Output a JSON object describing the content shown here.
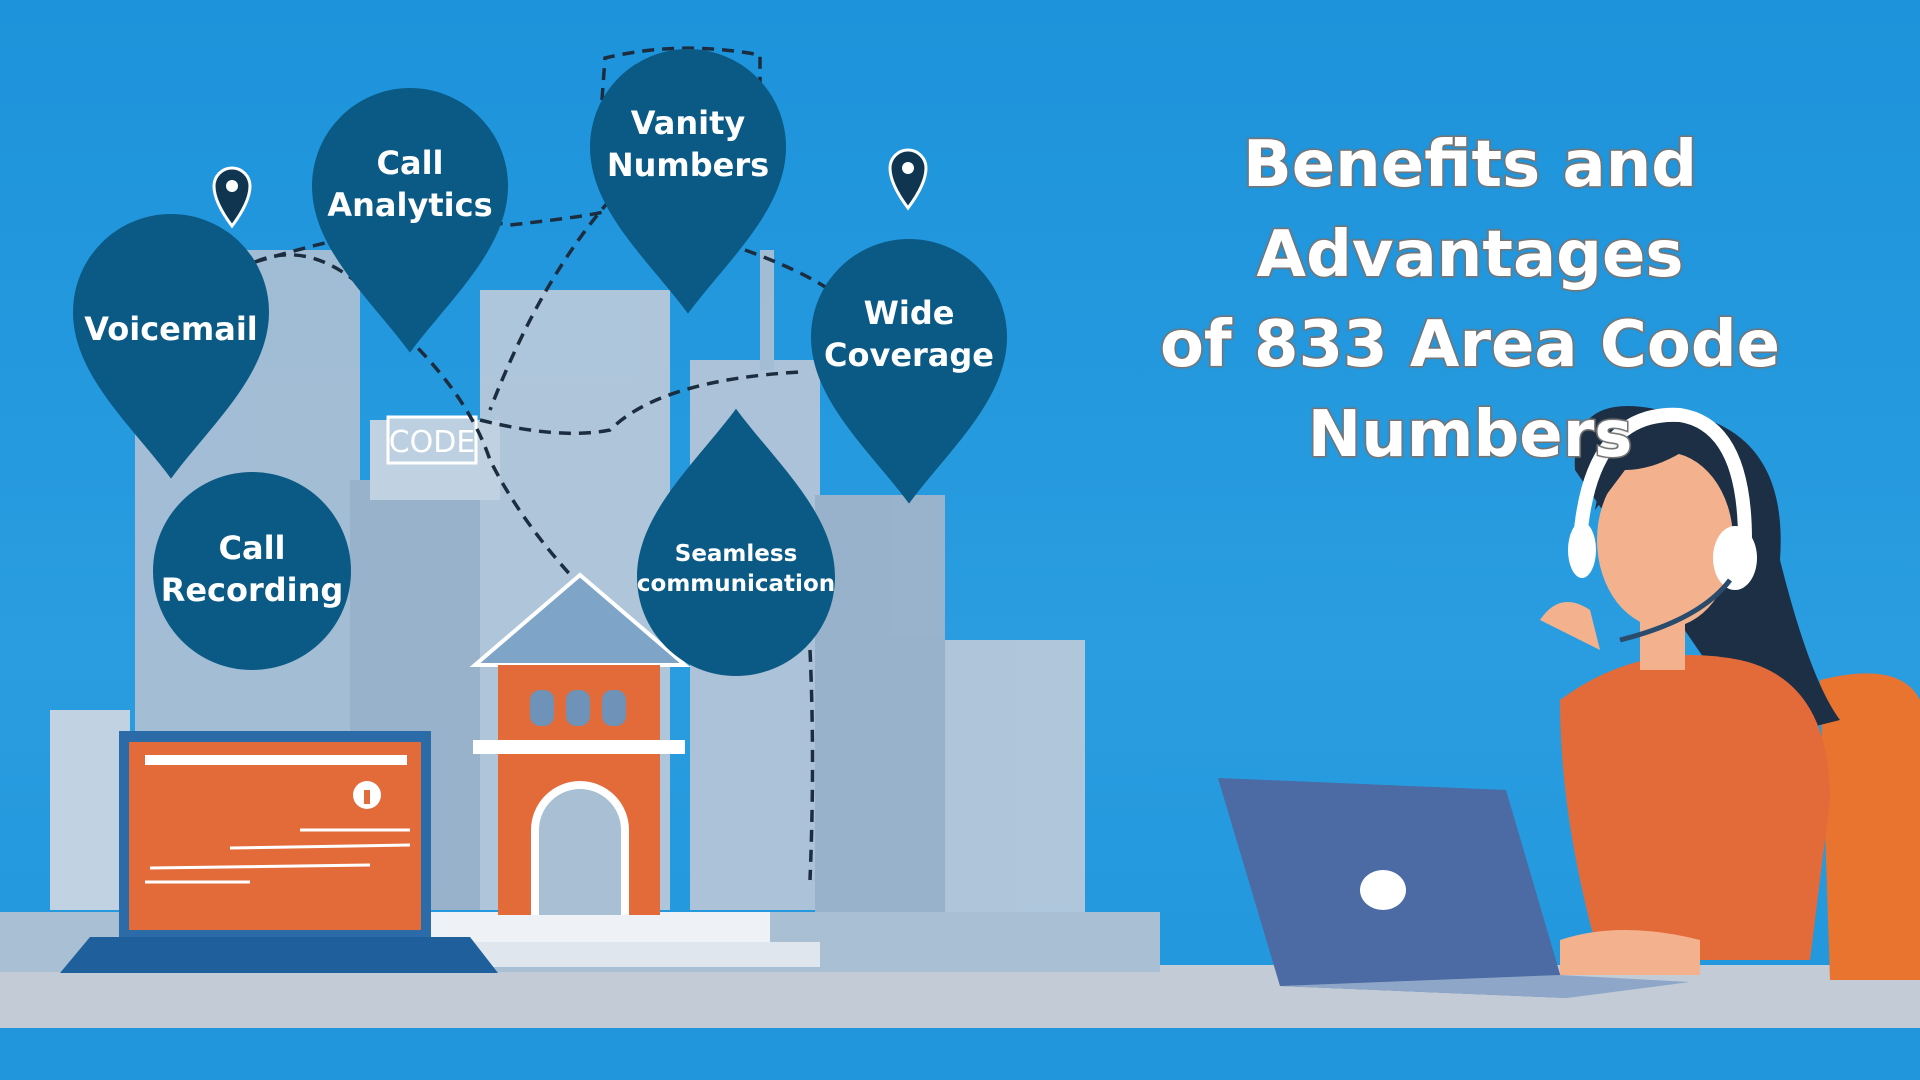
{
  "title": {
    "line1": "Benefits and Advantages",
    "line2": "of 833 Area Code Numbers"
  },
  "features": [
    {
      "label": "Voicemail"
    },
    {
      "label": "Call Analytics"
    },
    {
      "label": "Vanity Numbers"
    },
    {
      "label": "Wide Coverage"
    },
    {
      "label": "Seamless communication"
    },
    {
      "label": "Call Recording"
    }
  ],
  "building_sign": "CODE",
  "colors": {
    "background": "#1f97dc",
    "pin": "#0b5a85",
    "orange": "#e36b3a",
    "buildings": "#a9bfd4",
    "floor": "#c3ccd6"
  },
  "icons": [
    "location-pin-icon",
    "info-icon"
  ]
}
